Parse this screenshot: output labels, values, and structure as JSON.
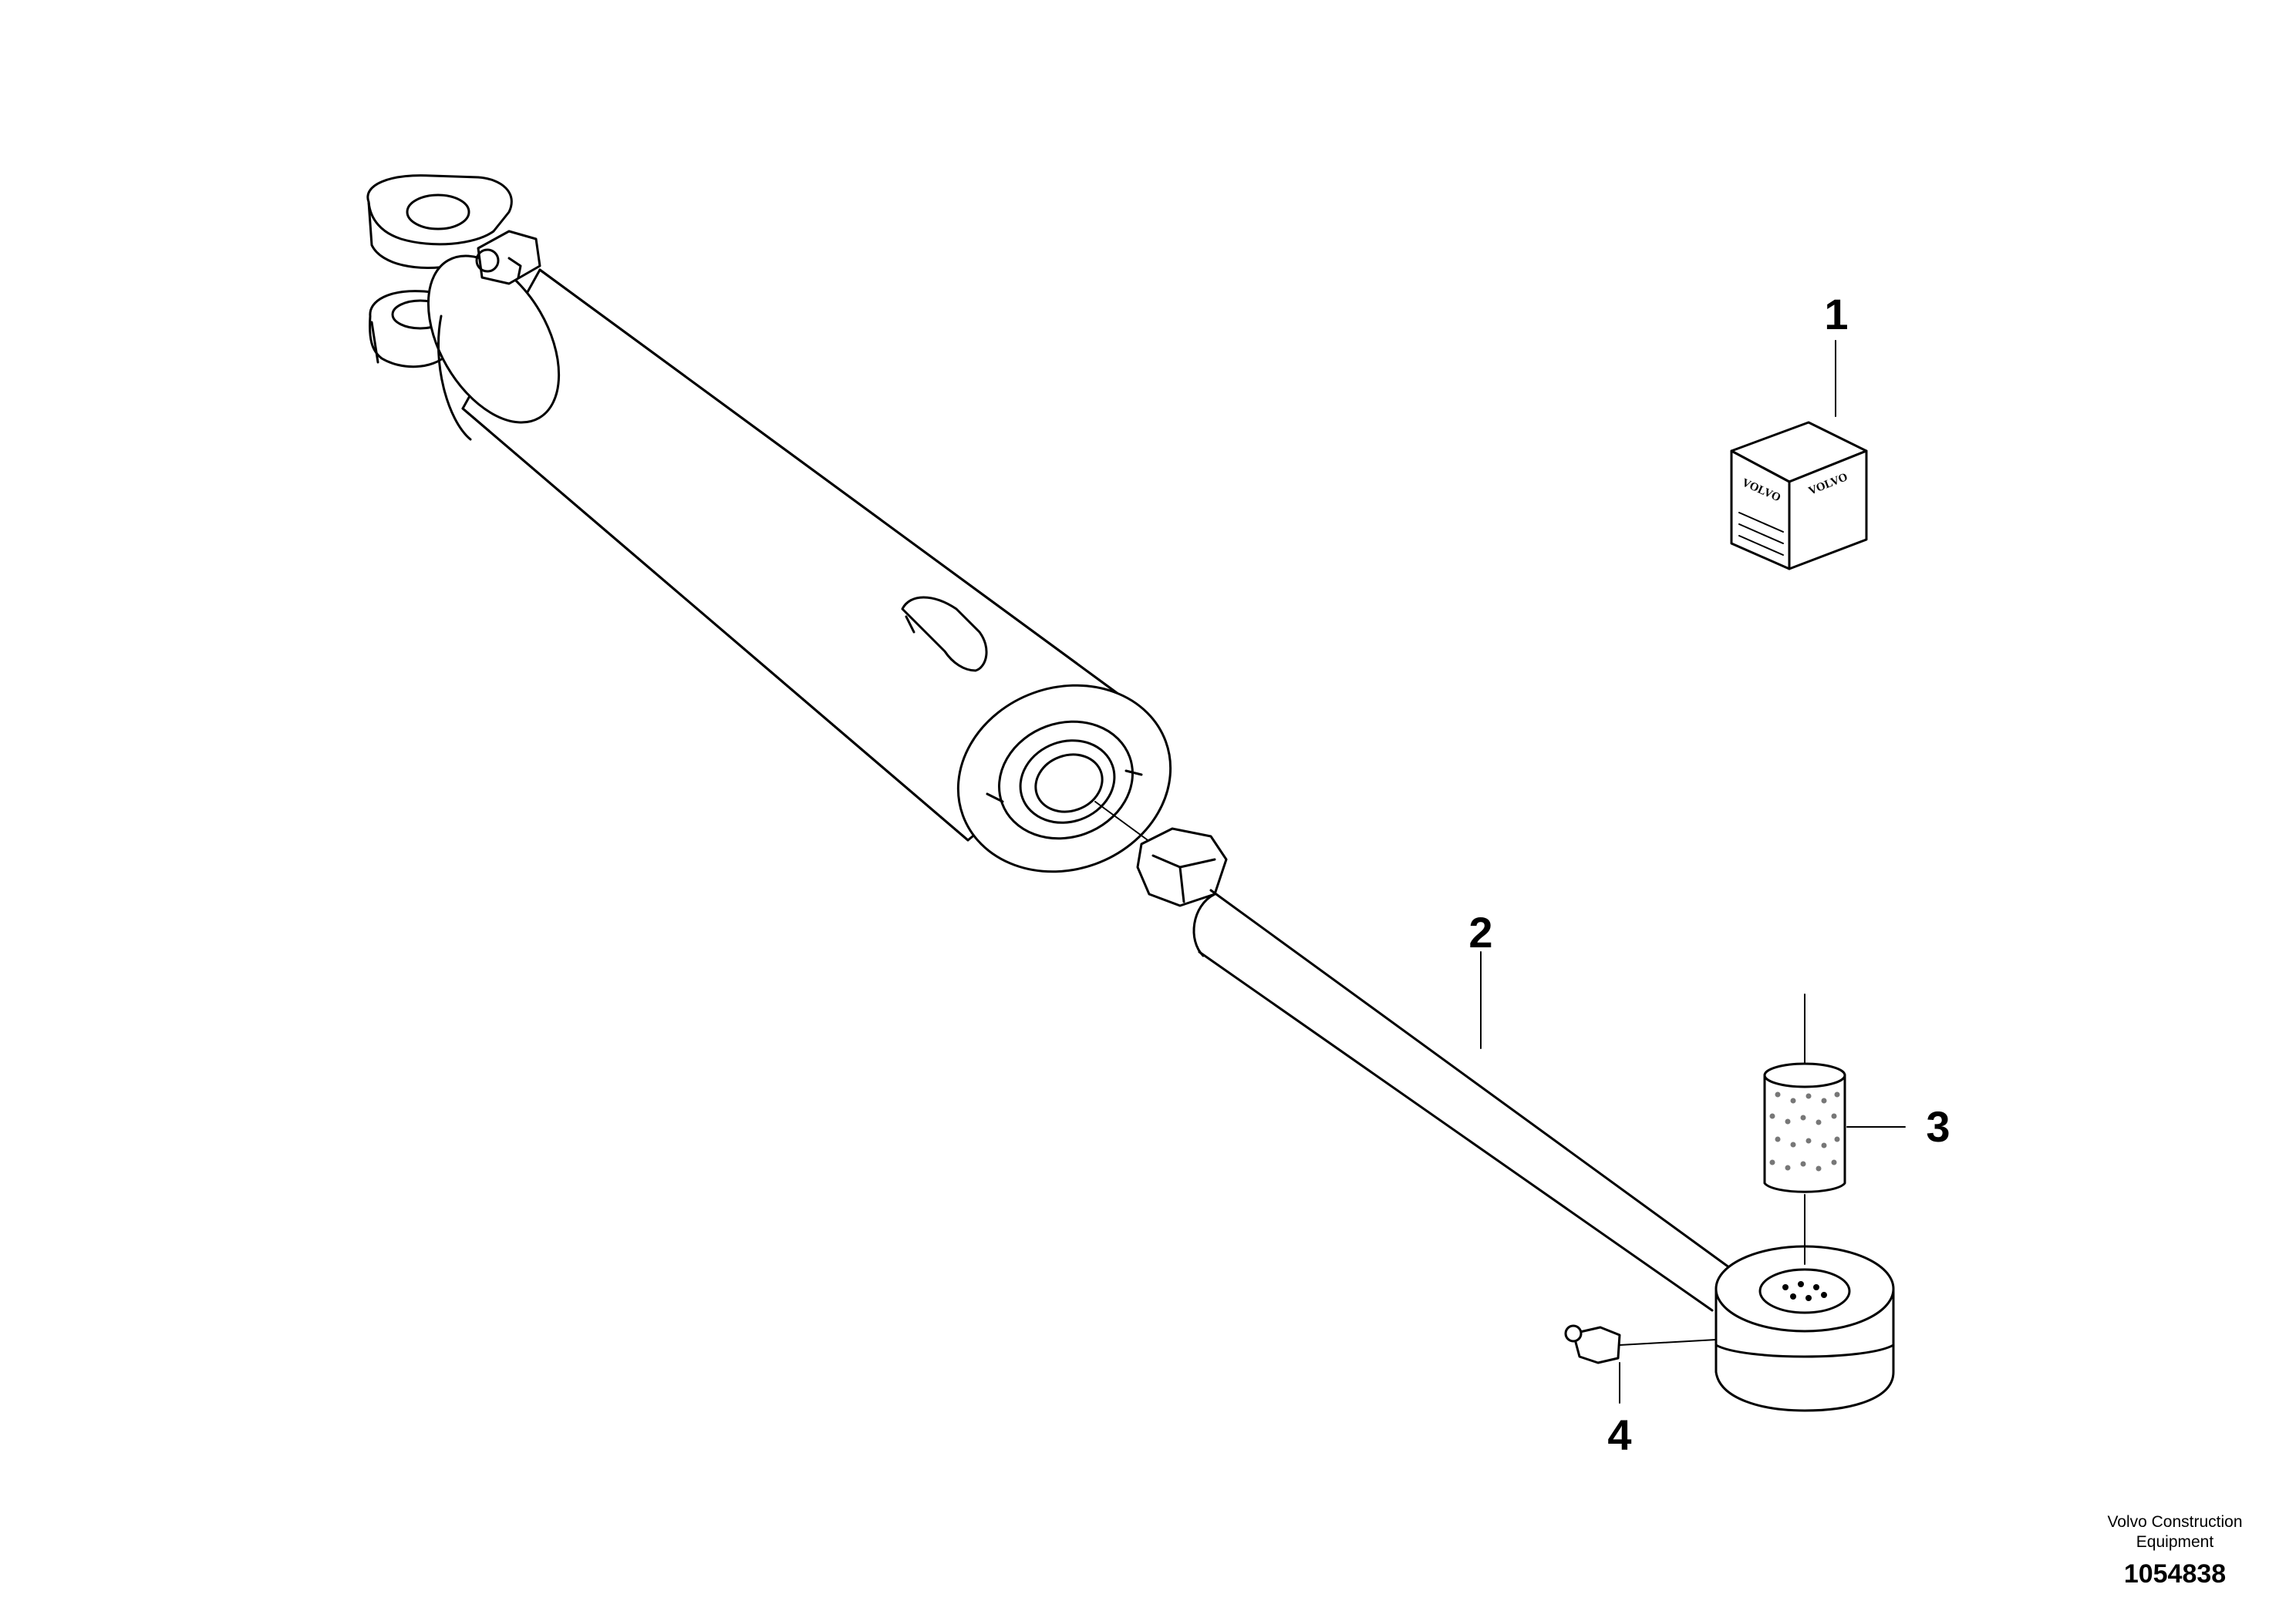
{
  "callouts": [
    {
      "id": "1",
      "label": "1"
    },
    {
      "id": "2",
      "label": "2"
    },
    {
      "id": "3",
      "label": "3"
    },
    {
      "id": "4",
      "label": "4"
    }
  ],
  "kit_box": {
    "brand_text": "VOLVO"
  },
  "footer": {
    "company_line1": "Volvo Construction",
    "company_line2": "Equipment",
    "drawing_number": "1054838"
  }
}
